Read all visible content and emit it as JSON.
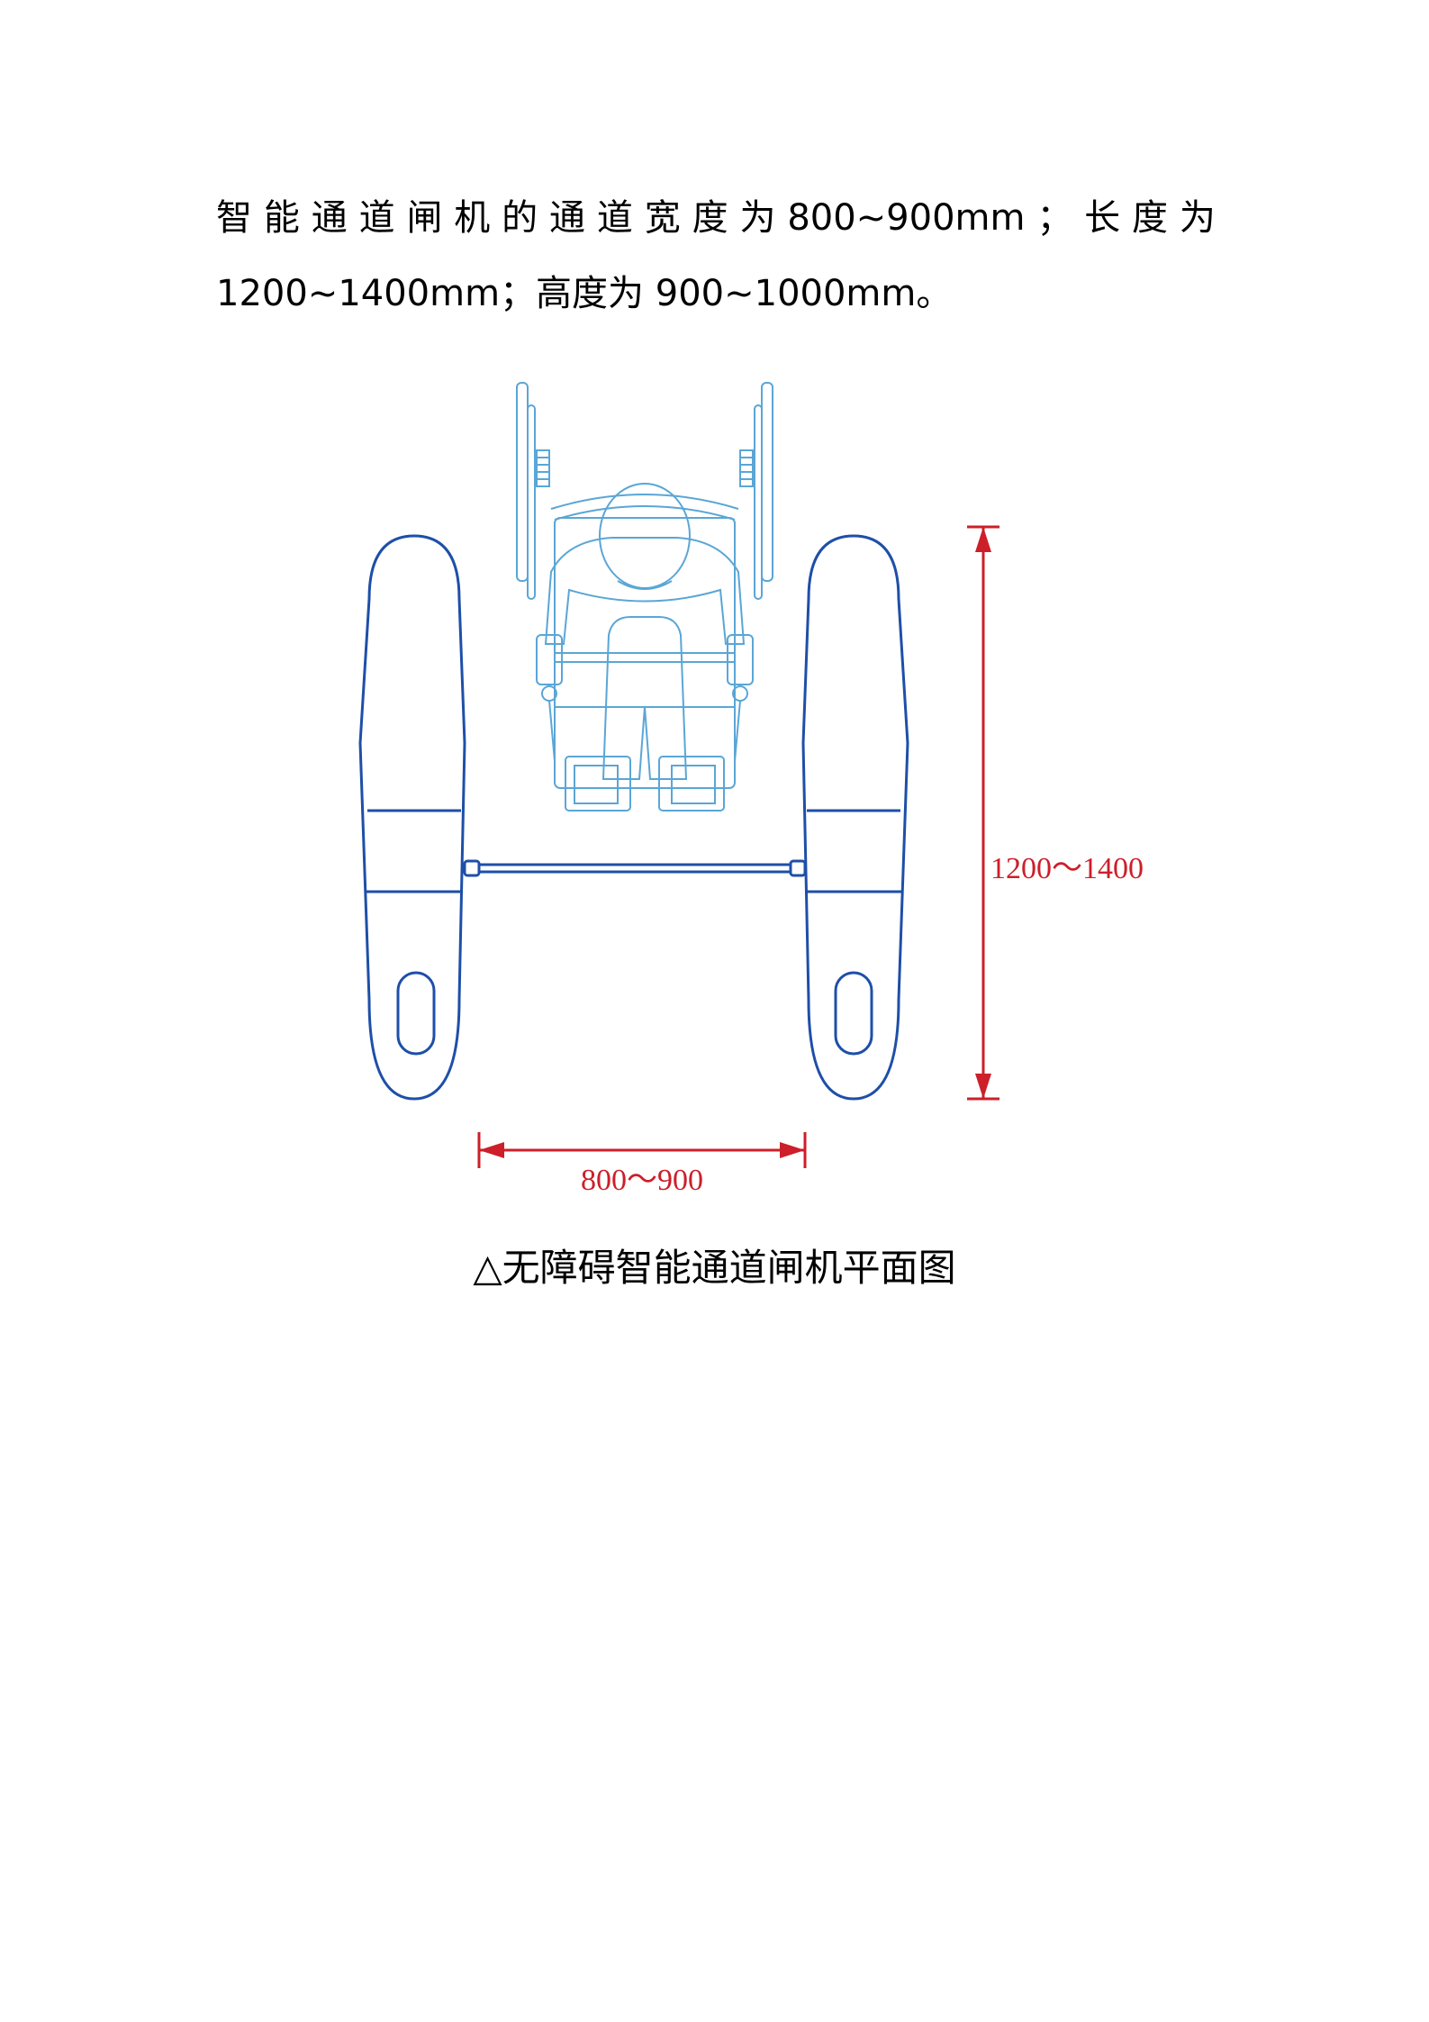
{
  "paragraph": {
    "line1_chars": [
      "智",
      "能",
      "通",
      "道",
      "闸",
      "机",
      "的",
      "通",
      "道",
      "宽",
      "度",
      "为",
      "800~900mm",
      "；",
      "长",
      "度",
      "为"
    ],
    "line2": "1200~1400mm；高度为 900~1000mm。"
  },
  "figure": {
    "width_label": "800～900",
    "length_label": "1200～1400",
    "colors": {
      "gate_outline": "#1e4fa8",
      "wheelchair_line": "#5aa6d6",
      "dimension": "#cc1f2a"
    }
  },
  "caption": "△无障碍智能通道闸机平面图"
}
